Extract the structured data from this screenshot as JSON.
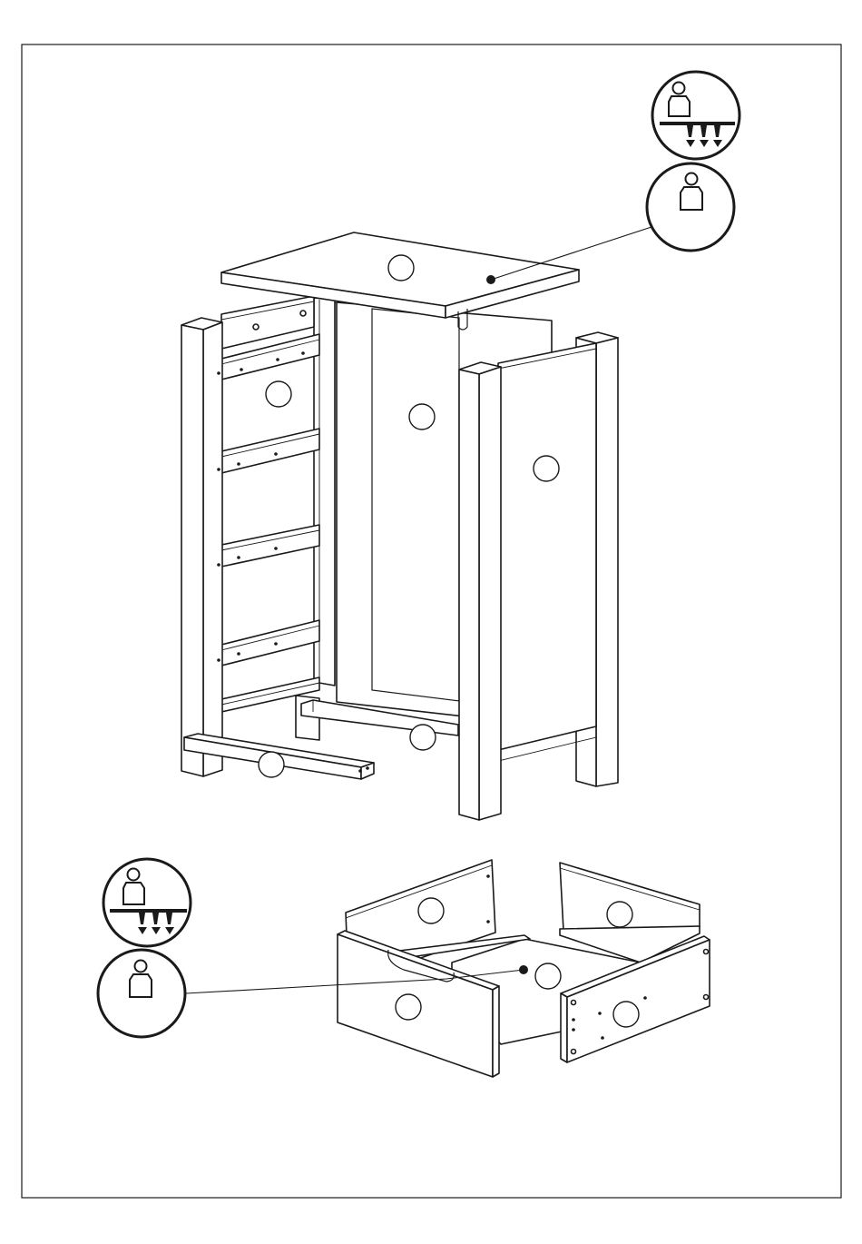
{
  "page": {
    "kind": "furniture-assembly-step"
  },
  "colors": {
    "line": "#1a1a1a",
    "paper": "#ffffff"
  },
  "icons": {
    "care_top": [
      "person-icon",
      "floor-scratch-warning-icon"
    ],
    "care_person_top": "person-icon",
    "care_bottom": [
      "person-icon",
      "floor-scratch-warning-icon"
    ],
    "care_person_bottom": "person-icon"
  },
  "parts": {
    "cabinet": [
      "top-panel",
      "left-side-frame",
      "back-panel",
      "right-side-frame",
      "front-rail",
      "back-rail"
    ],
    "drawer": [
      "drawer-front",
      "drawer-back",
      "drawer-bottom",
      "drawer-left-side",
      "drawer-right-side"
    ]
  }
}
